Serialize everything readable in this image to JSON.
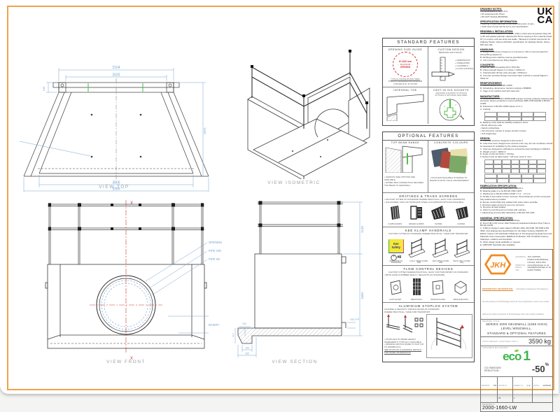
{
  "ukca": {
    "top": "UK",
    "bottom": "CA"
  },
  "views": {
    "top": {
      "label": "VIEW TOP",
      "dim_top_outer": "2104",
      "dim_top_inner": "2025",
      "dim_left": "100",
      "dim_right": "1671",
      "dim_bottom_inner": "3805",
      "dim_bottom_outer": "3959"
    },
    "isometric": {
      "label": "VIEW ISOMETRIC"
    },
    "front": {
      "label": "VIEW FRONT",
      "callout_opening": "OPENING",
      "callout_pipe_od": "PIPE O/D",
      "callout_pipe_id": "PIPE I/D",
      "callout_invert": "INVERT",
      "axis_top": "X",
      "axis_bottom": "X"
    },
    "section": {
      "label": "VIEW SECTION",
      "dim_rail": "1130",
      "dim_wall": "1660",
      "dim_base": "150 TYP",
      "dim_slab": "100",
      "dim_toe_depth": "300",
      "dim_toe_a": "100",
      "dim_toe_b": "150"
    }
  },
  "standard_features": {
    "title": "STANDARD FEATURES",
    "opening_guide": {
      "title": "OPENING SIZE GUIDE",
      "circle_line1": "Ø 1200 mm",
      "circle_line2": "← MAXIMUM →",
      "circle_line3": "OPENING",
      "note_title": "TYPICAL MAXIMUM PIPE SIZES",
      "note1": "PLASTIC (TWINWALL) OD: Ø 900 MM",
      "note2": "CONCRETE ID: Ø 750 MM"
    },
    "custom_design": {
      "title": "CUSTOM DESIGN",
      "subtitle": "BESPOKE SOLUTIONS...",
      "items": [
        "»  DIMENSIONS",
        "»  STEELWORK",
        "»  CHANNELS",
        "»  FLOW CONTROL"
      ]
    },
    "integral_toe": {
      "title": "INTEGRAL TOE"
    },
    "sockets": {
      "title": "CAST-IN SIG SOCKETS",
      "note1": "ANCHORS & FIXINGS TO ATTACH",
      "note2": "FITTINGS & OPTIONAL FEATURES"
    }
  },
  "optional_features": {
    "title": "OPTIONAL FEATURES",
    "top_beam": {
      "title": "TOP BEAM RANGE",
      "bullet1": "• VARIOUS SIZE OPTIONS ARE AVAILABLE",
      "bullet2": "• DOWEL BAR CONNECTION SECURES TOP BEAM TO HEADWALL"
    },
    "colours": {
      "title": "CONCRETE COLOURS",
      "bullet": "• COLOURS AVAILABLE IN RANGE TO BLEND IN WITH LOCAL ENVIRONMENT"
    },
    "gratings": {
      "title": "GRATINGS & TRASH SCREENS",
      "bullet1": "• FACTORY FITTED AS STANDARD WHERE PRACTICAL / EASY FOR TRANSPORT",
      "bullet2": "• GALVANISED, MILD OR STAINLESS STEEL & ALUMINIUM OPTIONS AVAILABLE",
      "items": [
        "CLIMB GUARDS",
        "HINGED GUARDS",
        "SLOPED",
        "CANTED"
      ]
    },
    "handrails": {
      "title": "KEE KLAMP HANDRAILS",
      "bullet": "FACTORY FITTED AS STANDARD WHERE PRACTICAL / SAFE FOR TRANSPORT",
      "kee_line1": "Kee",
      "kee_line2": "Safety",
      "size_label": "#8",
      "size_note": "KEE KLAMP AS STANDARD",
      "items": [
        "FULLY SIDED (CODE: HW)",
        "HALF WING (CODE: HW)",
        "BACK ONLY (CODE: HW)"
      ]
    },
    "flow_control": {
      "title": "FLOW CONTROL DEVICES",
      "bullet1": "FACTORY FITTED WHERE PRACTICAL / EASY FOR TRANSPORT AS STANDARD",
      "bullet2": "• BOTH HAND & RUBBER SEALS / SEALANTS AS STANDARD",
      "items": [
        "FLAP VALVES",
        "PENSTOCKS",
        "ORIFICE PLATES",
        "BAFFLE BLOCKS"
      ]
    },
    "stoplog": {
      "title": "ALUMINIUM STOPLOG SYSTEM",
      "subtitle1": "CHANNEL & SECURITY FIXINGS KEYED AS STANDARD",
      "subtitle2": "WHERE PRACTICAL / SAFE FOR TRANSPORT",
      "bullet1": "• STOPLOGS IN 250MM HEIGHT INCREMENTS TYPICALLY AVAILABLE",
      "bullet2": "• OPENING WIDTHS MADE TO SUIT (UP TO 2000MM A/O)",
      "bullet3": "SEE STOPLOG & HANDRAIL DETAILS FOR MORE INFORMATION"
    }
  },
  "notes": {
    "drawing_notes": {
      "title": "DRAWING NOTES:",
      "items": [
        "•  All dimensions in mm U.O.S.",
        "•  All measurements ±5mm.",
        "•  DO NOT SCALE DRAWING."
      ]
    },
    "spec_info": {
      "title": "SPECIFICATION INFORMATION:",
      "items": [
        "•  Opening in back wall cast to suit outer dimension of pipe.",
        "•  Invert level of pipe can be set to your specification."
      ]
    },
    "installation": {
      "title": "HEADWALL INSTALLATION:",
      "body": "Units should be bedded on minimum 150mm thick well compacted Class 6N or 6P well graded granular material with 50mm topping of fine material (Class 6L*) to ensure units are level and stable. *Manual of contract documents for Highway Works, Volume (MCHW), specification for Highway Works, Series 600 (Nov 09)."
    },
    "handling": {
      "title": "HANDLING:",
      "items": [
        "A.   Weight of concrete is based on 2.4 tonne/m³ +5% is recommended for sizing lifting equipment.",
        "B.   All lifting points shall be used as specified below.",
        "C.   Unit to be lifted as per lifting diagram."
      ]
    },
    "concrete": {
      "title": "CONCRETE:",
      "items": [
        "A.   Mix 44* Self compacting DC4 / DS4 Mix.",
        "B.   Lifting strength based on 2 cubes = 20N/mm².",
        "C.   Characteristic 28 day cube strength = 50N/mm².",
        "D.   Concrete provides Design Chemical Class 4 (DC4) to special Digest 1, Table F2."
      ]
    },
    "reinforcement": {
      "title": "REINFORCEMENT:",
      "items": [
        "A.   Reinforcement to BS EN 13369.",
        "B.   Scheduling, dimensions, bends & cutting to BS8666.",
        "C.   Cage to be machine tied with steel wire."
      ]
    },
    "manufacture": {
      "title": "MANUFACTURE:",
      "items": [
        "A.   Manufacture to BS EN 15258:2008 precast concrete products retaining wall elements, factory production control certificate 0086-CPR-602448 & BS EN 13369.",
        "B.   Tolerances to BS EN 13369 clause 4.3.1.1.",
        "C.   Coating:"
      ],
      "items2": [
        "D.   Marking: Units shall be indelibly marked to show:",
        "•   Mould reference code",
        "•   Serial number/date",
        "•   Job reference number & unique product number",
        "•   Unit weight (kg)"
      ]
    },
    "design": {
      "title": "DESIGN:",
      "items": [
        "A.   Concrete structure designed to Eurocode 2.",
        "B.   Units have been designed as concrete units only, the site conditions should be assessed for suitability by the scheme designer.",
        "C.   Units are designed to withstand a vertical live load surcharge of 10kN/m².",
        "D.   Weight of soil = 19kN/m³.",
        "E.   Angle of internal friction = 30 Deg.",
        "F.   Design Units as table below * (all cover sizes in mm)."
      ]
    },
    "fabrication": {
      "title": "FABRICATION SPECIFICATION:",
      "items": [
        "A.   Manufacture HW GR T060 CAST CLASS 1.",
        "B.   Material grade is to be BS EN 1562 CET5.",
        "C.   Weldments to BS EN 1090-2 PART 1 T.A. - 1 S.1.0.",
        "D.   All fillet & butt welds to have minimum throat thickness of 3mm and joints fully welded where possible.",
        "E.   Ensure vertical flats fully welded both sides where possible.",
        "F.   All sharp edges and burrs are to be removed.",
        "G.   Remove all weld splatter.",
        "H.   Holes by punching are permitted with reaming.",
        "I.   Galvanizing process after fabrication to BS EN ISO 1461."
      ]
    },
    "handrail_spec": {
      "title": "HANDRAIL SPECIFICATION:",
      "items": [
        "A.   Kee Klamp® Galvanised Size 8 Fittings.",
        "B.   Size 8 48.3 OD 3.2mm Wall Thickness Galvanised Medium Duty Tube to BS EN 10255.",
        "C.   1100mm Design Loads stated in BS EN 1991, BS 6180, BS 5395 & BS 4592, Civil Engineering Specification for the Water Industry (CESWI) 7th Edition Clause 2.66 Handrails & Balusters & The Engineering Equipment and Materials Users Association (EEMUA) Publication 105 7th Edition Factory Stairways, Ladders and Handrails.",
        "D.   Other design loads available on request.",
        "E.   GRP/FRP Handrails also available."
      ]
    }
  },
  "company": {
    "logo_text": "JKH",
    "address_label": "ADDRESS:",
    "address": "JKH LIMITED, RAWCLIFFE BRIDGE, GOOLE, DN14 8SX",
    "website_label": "WEBSITE:",
    "website": "www.jkhdrainage.co.uk",
    "email_label": "EMAIL:",
    "email": "sales@jkhdrainage.co.uk",
    "tel_label": "TEL:",
    "tel": "01405 760960"
  },
  "proprietary": {
    "title": "PROPRIETARY INFORMATION:",
    "body": "Information contained on this drawing is the sole property of JKH Drainage Units Ltd. Any reproduction in part or as a whole without the written permission of JKH Drainage Units Ltd is strictly prohibited."
  },
  "title_block": {
    "drawing_title_label": "DRAWING TITLE:",
    "title_line1": "SERIES 2000 HEADWALL (1660 HIGH)",
    "title_line2": "LEVEL WINGWALL,",
    "title_line3": "STANDARD & OPTIONAL FEATURES",
    "weight_label": "TOTAL WEIGHT (CASTINGS ONLY):",
    "weight_value": "3590 kg",
    "mix_label": "CONCRETE MIX DESIGN:",
    "eco_text": "eco",
    "eco_one": "1",
    "co2_line1": "CO² EMISSION",
    "co2_line2": "REDUCTION ↑",
    "co2_value": "-50",
    "co2_pct": "%",
    "drawn_label": "DRAWN:",
    "drawn": "PN",
    "issue_label": "ISSUE #:",
    "issue": "05",
    "sheet_label": "SHEET #:",
    "sheet": "1 of 1",
    "date_label": "DATE:",
    "date": "12/02/24",
    "number_label": "DRAWING #:",
    "number": "2000-1660-LW"
  }
}
